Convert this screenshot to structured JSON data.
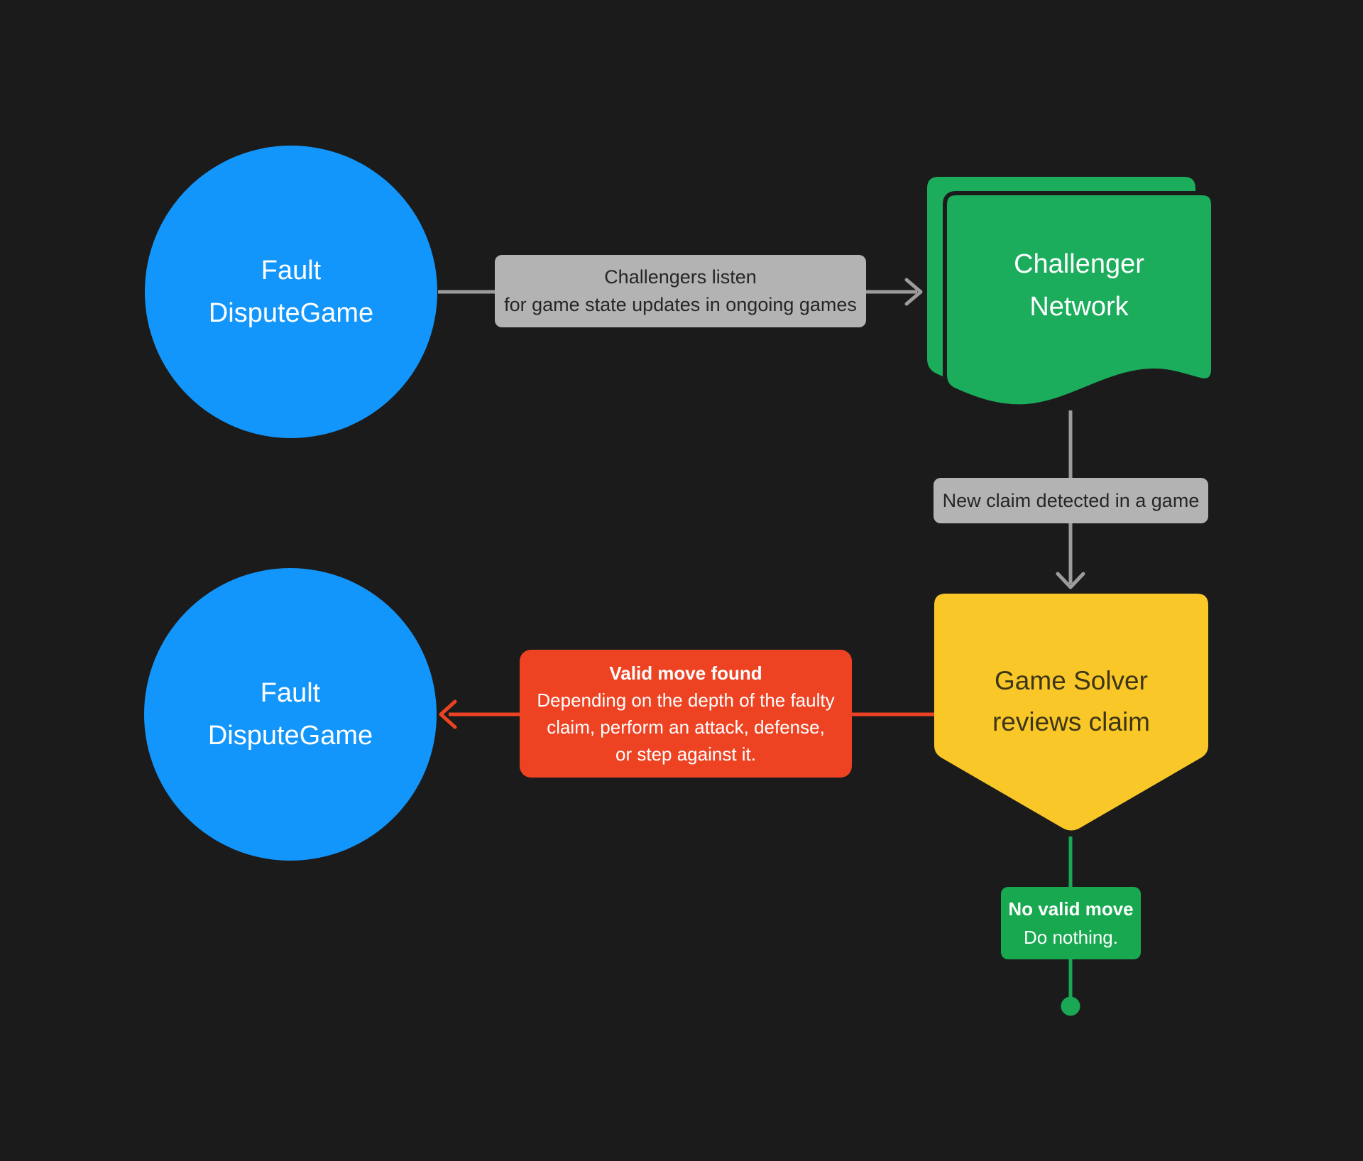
{
  "diagram": {
    "nodes": {
      "fault_top": {
        "line1": "Fault",
        "line2": "DisputeGame"
      },
      "challenger": {
        "line1": "Challenger",
        "line2": "Network"
      },
      "solver": {
        "line1": "Game Solver",
        "line2": "reviews claim"
      },
      "fault_bottom": {
        "line1": "Fault",
        "line2": "DisputeGame"
      }
    },
    "labels": {
      "listen": {
        "line1": "Challengers listen",
        "line2": "for game state updates in ongoing games"
      },
      "new_claim": {
        "text": "New claim detected in a game"
      },
      "valid_move": {
        "title": "Valid move found",
        "line1": "Depending on the depth of the faulty",
        "line2": "claim, perform an attack, defense,",
        "line3": "or step against it."
      },
      "no_valid_move": {
        "title": "No valid move",
        "body": "Do nothing."
      }
    },
    "colors": {
      "background": "#1B1B1B",
      "node_blue": "#1396FB",
      "flag_green": "#1BAD5C",
      "box_green": "#17A850",
      "solver_yellow": "#F9C828",
      "alert_red": "#EE4323",
      "label_gray": "#B3B3B3",
      "arrow_gray": "#9C9C9C"
    }
  }
}
